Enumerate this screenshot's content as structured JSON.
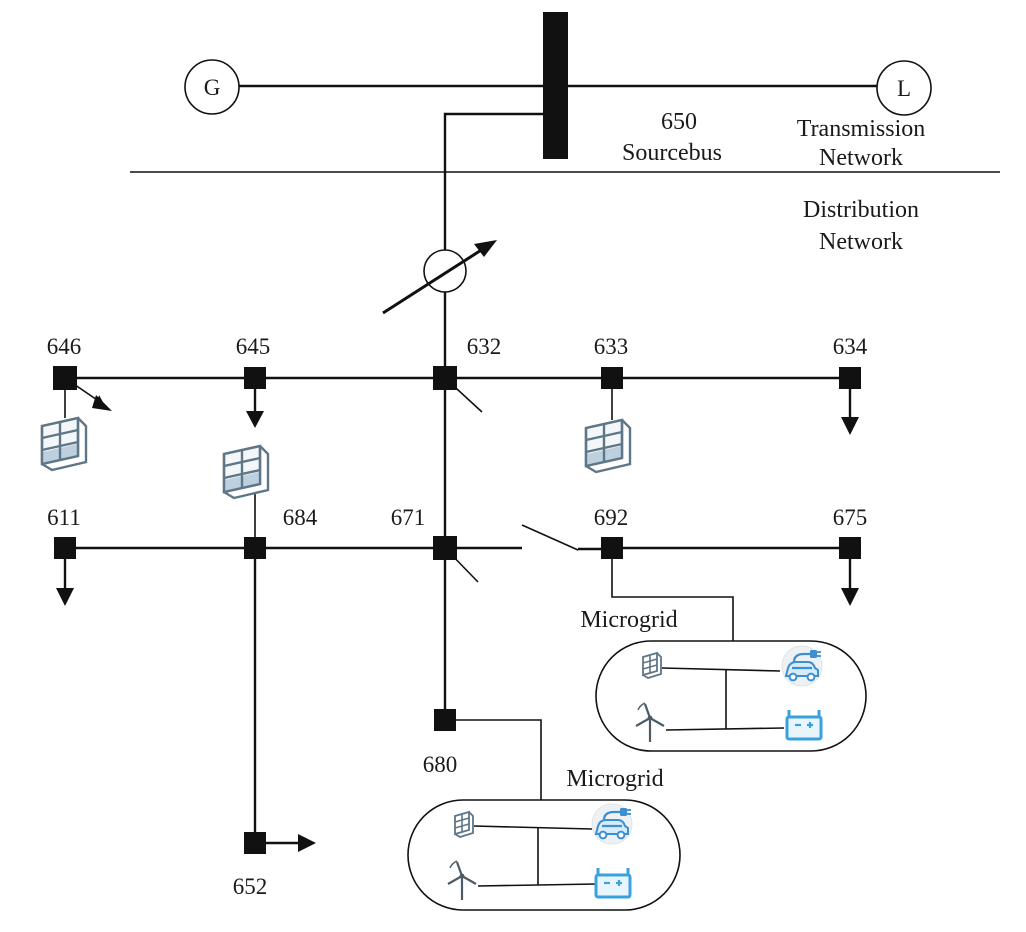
{
  "nodes": {
    "n650": "650",
    "sourcebus": "Sourcebus",
    "n646": "646",
    "n645": "645",
    "n632": "632",
    "n633": "633",
    "n634": "634",
    "n611": "611",
    "n684": "684",
    "n671": "671",
    "n692": "692",
    "n675": "675",
    "n680": "680",
    "n652": "652"
  },
  "generator": "G",
  "load": "L",
  "regions": {
    "transmission_1": "Transmission",
    "transmission_2": "Network",
    "distribution_1": "Distribution",
    "distribution_2": "Network"
  },
  "microgrids": {
    "upper": "Microgrid",
    "lower": "Microgrid"
  },
  "icons": {
    "pv": "solar-panel-icon",
    "ev": "electric-vehicle-icon",
    "wind": "wind-turbine-icon",
    "battery": "battery-icon",
    "regulator": "voltage-regulator-icon"
  },
  "colors": {
    "line": "#111111",
    "pv": "#5f7687",
    "ev": "#3c8fd0",
    "battery": "#3aa1df"
  }
}
